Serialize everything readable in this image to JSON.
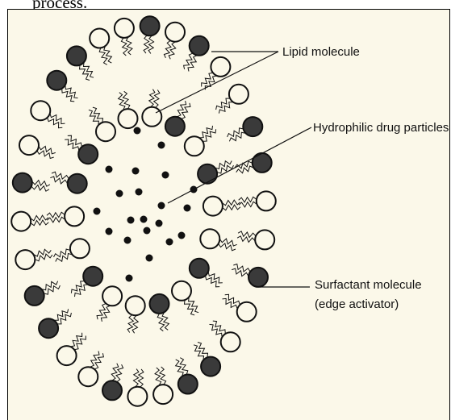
{
  "header": {
    "fragment": "process."
  },
  "diagram": {
    "labels": {
      "lipid": "Lipid molecule",
      "drug": "Hydrophilic drug particles",
      "surfactant_line1": "Surfactant molecule",
      "surfactant_line2": "(edge activator)"
    },
    "colors": {
      "background": "#fbf8e9",
      "lipid_head": "#3a3a3a",
      "surfactant_head": "#fbf8e9",
      "stroke": "#111111",
      "drug_particle": "#111111"
    }
  }
}
